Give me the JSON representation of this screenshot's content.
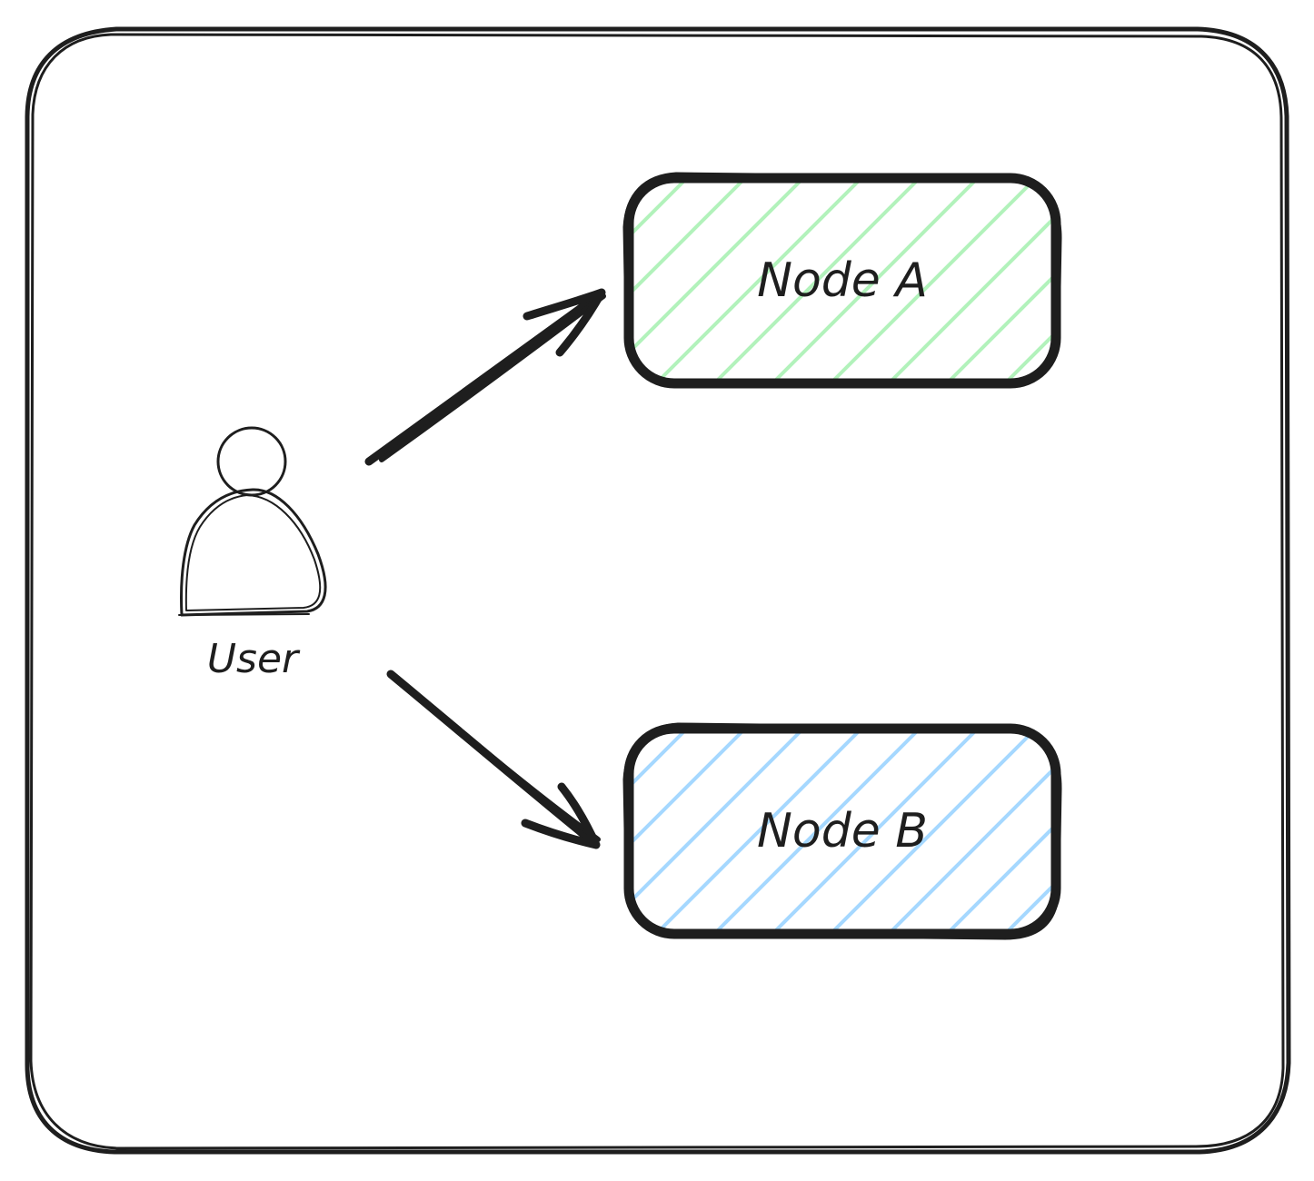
{
  "diagram": {
    "actor": {
      "label": "User",
      "icon": "person-icon"
    },
    "nodes": [
      {
        "id": "node-a",
        "label": "Node A",
        "fill_color": "#b2f2bb"
      },
      {
        "id": "node-b",
        "label": "Node B",
        "fill_color": "#a5d8ff"
      }
    ],
    "edges": [
      {
        "from": "User",
        "to": "Node A"
      },
      {
        "from": "User",
        "to": "Node B"
      }
    ],
    "colors": {
      "stroke": "#1e1e1e",
      "background": "#ffffff"
    }
  }
}
